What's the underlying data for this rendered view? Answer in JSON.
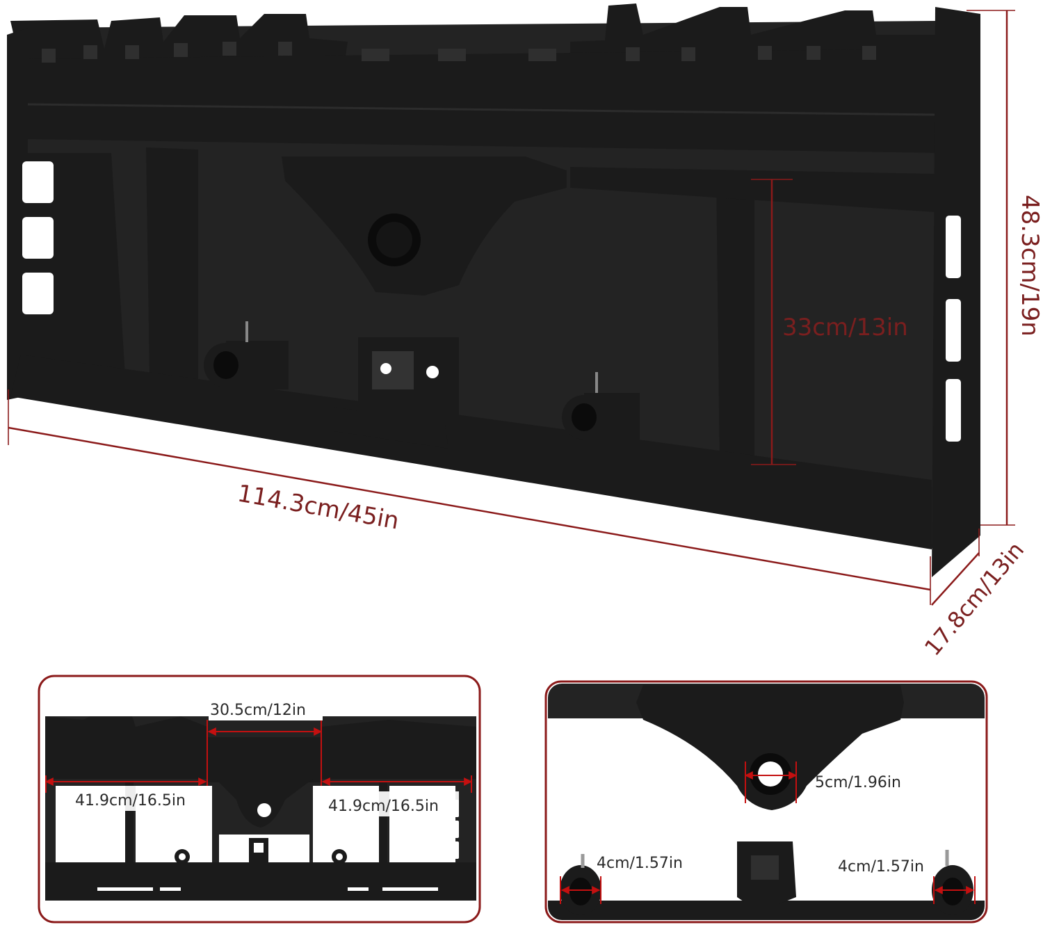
{
  "main_view": {
    "width_label": "114.3cm/45in",
    "height_label": "48.3cm/19n",
    "depth_label": "17.8cm/13in",
    "inner_height_label": "33cm/13in"
  },
  "inset_left": {
    "center_label": "30.5cm/12in",
    "left_label": "41.9cm/16.5in",
    "right_label": "41.9cm/16.5in"
  },
  "inset_right": {
    "hole_label": "5cm/1.96in",
    "left_sleeve_label": "4cm/1.57in",
    "right_sleeve_label": "4cm/1.57in"
  },
  "colors": {
    "dimension_red": "#8b1a1a",
    "steel_black": "#1b1b1b"
  }
}
